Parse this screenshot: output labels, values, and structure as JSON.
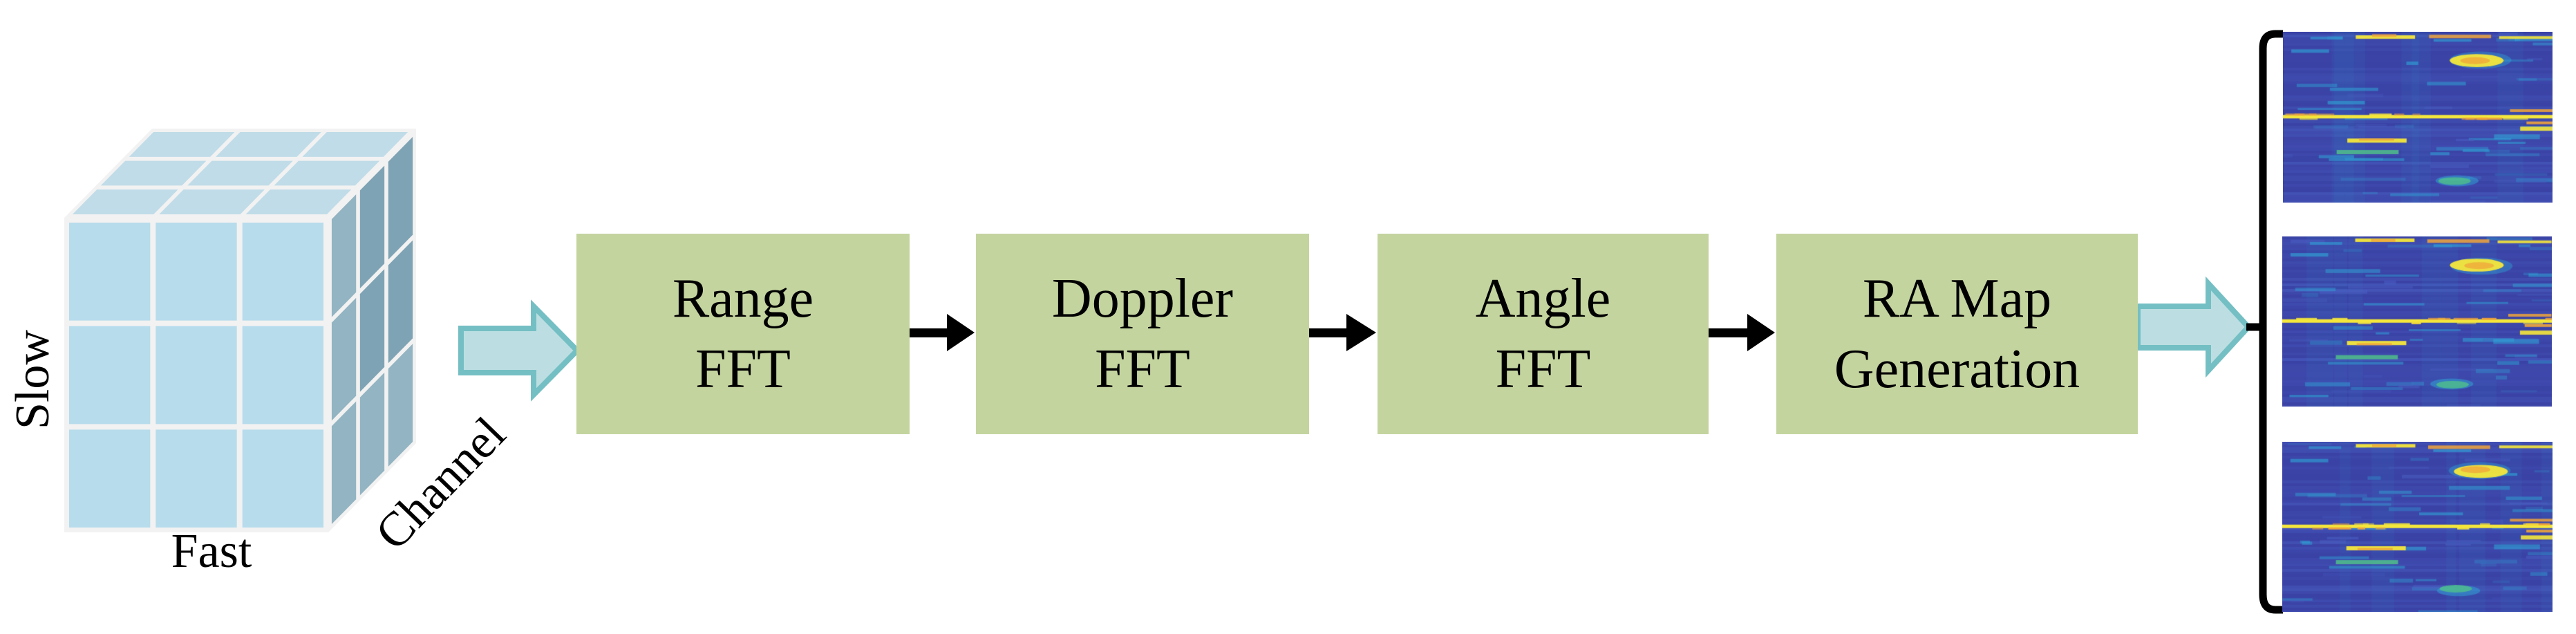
{
  "cube": {
    "label_vertical": "Slow",
    "label_bottom": "Fast",
    "label_depth": "Channel",
    "grid": "3x3x3",
    "colors": {
      "front": "#b7dcec",
      "top": "#c0dce8",
      "side": "#93b4c2",
      "side_dark": "#7ea3b4",
      "border": "#f2f2f2"
    }
  },
  "pipeline": {
    "box_color": "#c4d49f",
    "boxes": [
      {
        "line1": "Range",
        "line2": "FFT"
      },
      {
        "line1": "Doppler",
        "line2": "FFT"
      },
      {
        "line1": "Angle",
        "line2": "FFT"
      },
      {
        "line1": "RA Map",
        "line2": "Generation"
      }
    ]
  },
  "arrows": {
    "flow_fill": "#bcdee2",
    "flow_stroke": "#74bfc3",
    "connector": "#000000"
  },
  "output": {
    "map_count": 3,
    "bracket_color": "#000000",
    "palette": {
      "base": "#3b43a6",
      "row": "#4a5fc2",
      "row2": "#4350b4",
      "cyan": "#2fa9d8",
      "green": "#50c08a",
      "yellow": "#f5e73b",
      "orange": "#f0a43b"
    },
    "seeds": [
      7,
      19,
      41
    ]
  }
}
